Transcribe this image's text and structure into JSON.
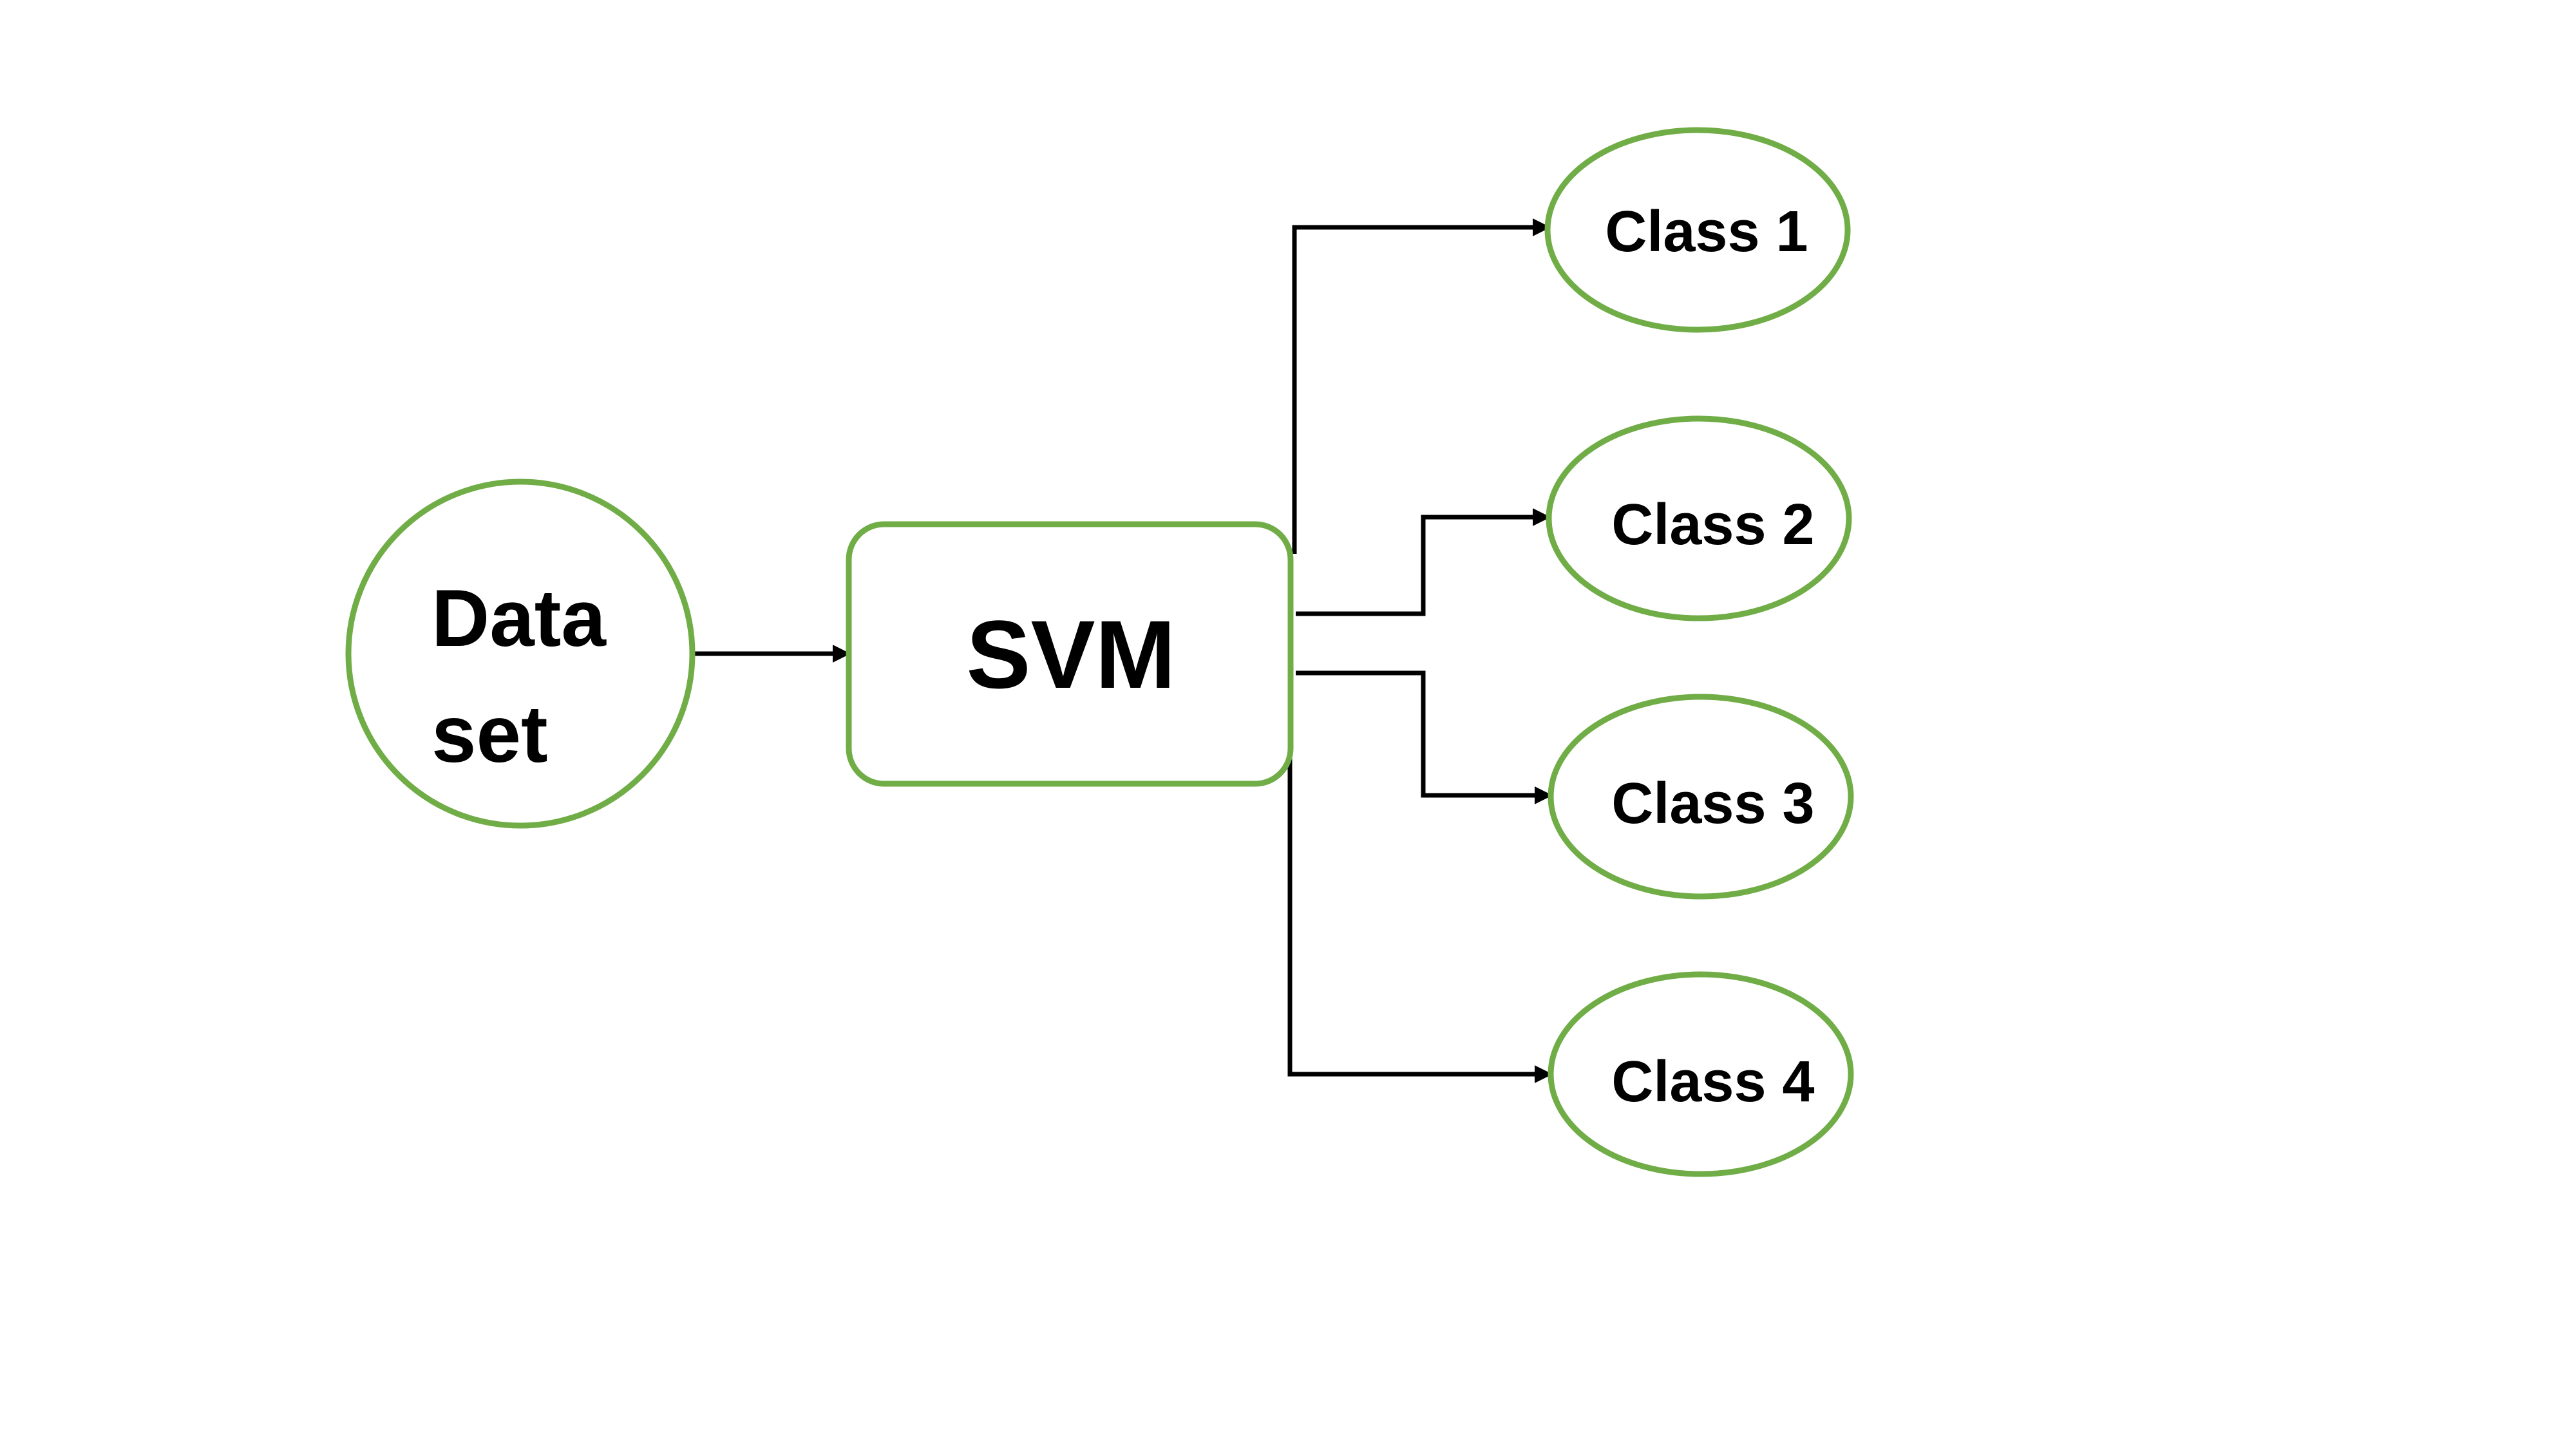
{
  "diagram": {
    "nodes": {
      "dataset": {
        "line1": "Data",
        "line2": "set"
      },
      "svm": {
        "label": "SVM"
      },
      "classes": [
        {
          "label": "Class 1"
        },
        {
          "label": "Class 2"
        },
        {
          "label": "Class 3"
        },
        {
          "label": "Class 4"
        }
      ]
    },
    "colors": {
      "node_stroke": "#70ad47",
      "connector": "#000000",
      "text": "#000000"
    }
  }
}
